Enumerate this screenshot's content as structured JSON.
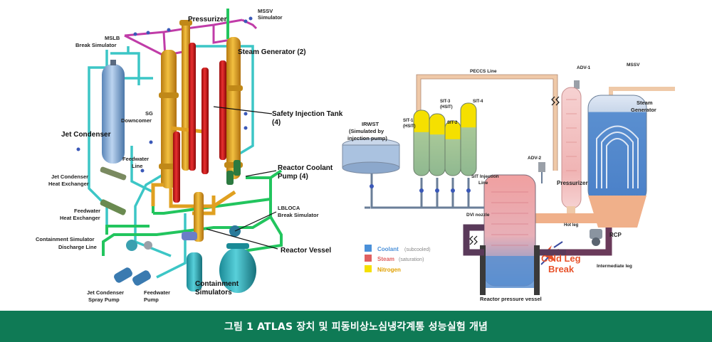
{
  "left_diagram": {
    "labels": {
      "pressurizer": "Pressurizer",
      "mssv": "MSSV",
      "mssv_sub": "Simulator",
      "mslb": "MSLB",
      "mslb_sub": "Break Simulator",
      "steam_generator": "Steam Generator (2)",
      "sg": "SG",
      "sg_sub": "Downcomer",
      "jet_condenser": "Jet Condenser",
      "safety_injection_tank": "Safety Injection Tank",
      "safety_injection_tank_sub": "(4)",
      "feedwater_line": "Feedwater",
      "feedwater_line_sub": "Line",
      "reactor_coolant_pump": "Reactor Coolant",
      "reactor_coolant_pump_sub": "Pump (4)",
      "jet_condenser_hx": "Jet Condenser",
      "jet_condenser_hx_sub": "Heat Exchanger",
      "feedwater_hx": "Feedwater",
      "feedwater_hx_sub": "Heat Exchanger",
      "lbloca": "LBLOCA",
      "lbloca_sub": "Break Simulator",
      "containment_discharge": "Containment Simulator",
      "containment_discharge_sub": "Discharge Line",
      "reactor_vessel": "Reactor Vessel",
      "containment_simulators": "Containment",
      "containment_simulators_sub": "Simulators",
      "jet_condenser_spray_pump": "Jet Condenser",
      "jet_condenser_spray_pump_sub": "Spray Pump",
      "feedwater_pump": "Feedwater",
      "feedwater_pump_sub": "Pump"
    }
  },
  "right_diagram": {
    "labels": {
      "peccs_line": "PECCS Line",
      "adv1": "ADV-1",
      "mssv": "MSSV",
      "steam_generator": "Steam",
      "steam_generator_sub": "Generator",
      "irwst": "IRWST",
      "irwst_sub1": "(Simulated by",
      "irwst_sub2": "injection pump)",
      "sit1": "SIT-1",
      "sit1_sub": "(HSIT)",
      "sit3": "SIT-3",
      "sit3_sub": "(HSIT)",
      "sit2": "SIT-2",
      "sit4": "SIT-4",
      "adv2": "ADV-2",
      "pressurizer": "Pressurizer",
      "sit_injection_line": "SIT Injection",
      "sit_injection_line_sub": "Line",
      "dvi_nozzle": "DVI nozzle",
      "hot_leg": "Hot leg",
      "rcp": "RCP",
      "cold_leg_break": "Cold Leg",
      "cold_leg_break_sub": "Break",
      "intermediate_leg": "Intermediate leg",
      "reactor_pressure_vessel": "Reactor pressure vessel"
    },
    "legend": [
      {
        "label": "Coolant",
        "note": "(subcooled)",
        "color": "#4a90d9"
      },
      {
        "label": "Steam",
        "note": "(saturation)",
        "color": "#e06060"
      },
      {
        "label": "Nitrogen",
        "note": "",
        "color": "#f5e000"
      }
    ]
  },
  "caption": "그림 1 ATLAS 장치 및 피동비상노심냉각계통 성능실험 개념",
  "colors": {
    "caption_bg": "#0f7a55",
    "pipe_green": "#22c55e",
    "pipe_cyan": "#3cc6c6",
    "pipe_magenta": "#c03ca8",
    "vessel_orange": "#e0a020",
    "tank_red": "#d42020",
    "pipe_peach": "#efc9a8",
    "cold_leg_break": "#e8522a"
  }
}
